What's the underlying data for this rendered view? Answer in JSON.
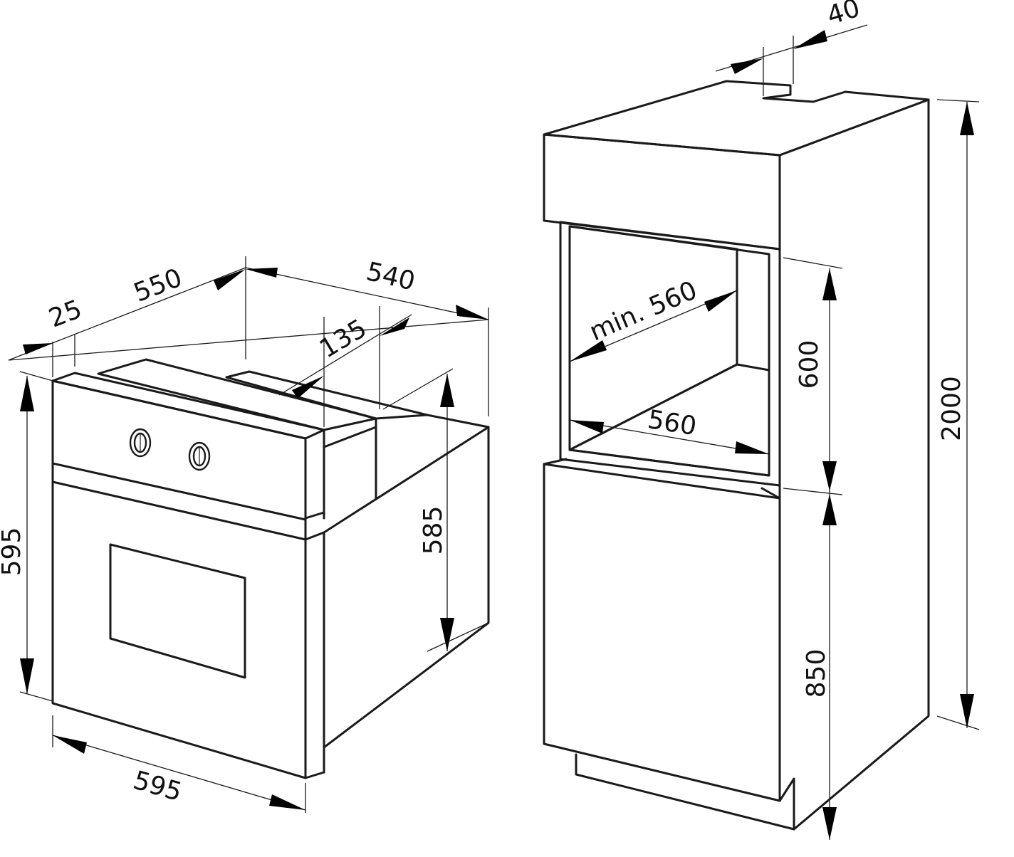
{
  "oven": {
    "dims": {
      "d25": "25",
      "d550": "550",
      "d540": "540",
      "d135": "135",
      "d585": "585",
      "d595_height": "595",
      "d595_width": "595"
    }
  },
  "cabinet": {
    "dims": {
      "d40": "40",
      "min560": "min. 560",
      "d560": "560",
      "d600": "600",
      "d850": "850",
      "d2000": "2000"
    }
  }
}
